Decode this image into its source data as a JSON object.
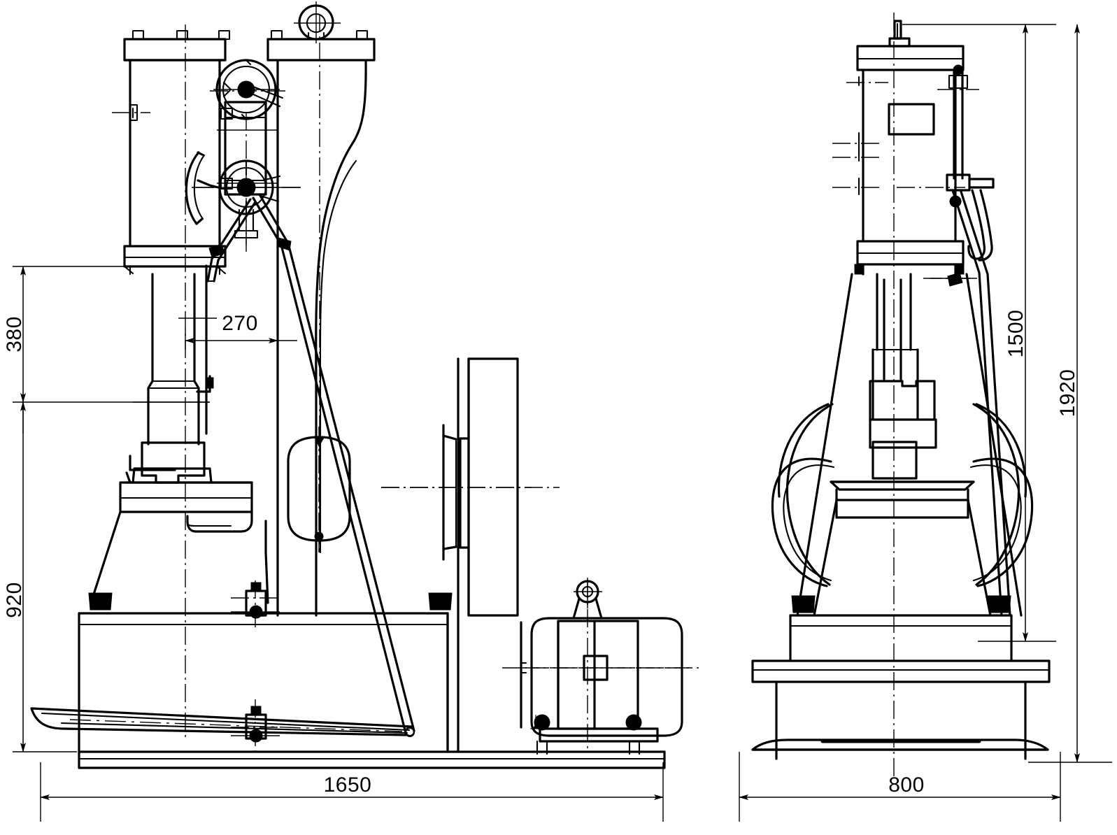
{
  "drawing": {
    "title": "Power hammer general arrangement drawing",
    "sheet_width": 1597,
    "sheet_height": 1194,
    "background_color": "#ffffff",
    "line_color": "#000000",
    "projection": "first-angle orthographic, two views",
    "views": [
      {
        "name": "side-elevation",
        "label": ""
      },
      {
        "name": "front-elevation",
        "label": ""
      }
    ]
  },
  "dimensions": {
    "side_view": [
      {
        "name": "ram-stroke-height",
        "value": "380",
        "orientation": "vertical",
        "units": "mm"
      },
      {
        "name": "throat-depth",
        "value": "270",
        "orientation": "horizontal",
        "units": "mm"
      },
      {
        "name": "anvil-height",
        "value": "920",
        "orientation": "vertical",
        "units": "mm"
      },
      {
        "name": "overall-length",
        "value": "1650",
        "orientation": "horizontal",
        "units": "mm"
      }
    ],
    "front_view": [
      {
        "name": "frame-height",
        "value": "1500",
        "orientation": "vertical",
        "units": "mm"
      },
      {
        "name": "overall-height",
        "value": "1920",
        "orientation": "vertical",
        "units": "mm"
      },
      {
        "name": "overall-width",
        "value": "800",
        "orientation": "horizontal",
        "units": "mm"
      }
    ]
  },
  "components": {
    "side_view": [
      "cylinder-head-cover",
      "lifting-eye-bolt",
      "crank-pulley",
      "handwheel-control",
      "control-linkage-rod",
      "hammer-ram",
      "ram-guide",
      "upper-die",
      "lower-die-anvil",
      "curved-frame-column",
      "anvil-block-base",
      "baseplate",
      "foot-treadle",
      "treadle-pivot",
      "belt-tension-idler",
      "drive-pulley-housing",
      "electric-motor",
      "motor-mount-bolts"
    ],
    "front_view": [
      "cylinder-head-cover",
      "valve-stem",
      "cylinder-body",
      "inspection-plate",
      "control-lever-arm",
      "control-lever-handle",
      "hammer-ram",
      "upper-die",
      "lower-die-anvil",
      "flywheel",
      "drive-belt",
      "frame-column",
      "anvil-block",
      "baseplate",
      "foundation-pad"
    ]
  },
  "line_styles": {
    "visible_edge": "solid heavy",
    "centre_line": "long-dash dot",
    "dimension_line": "thin solid with filled arrowheads",
    "extension_line": "thin solid"
  }
}
